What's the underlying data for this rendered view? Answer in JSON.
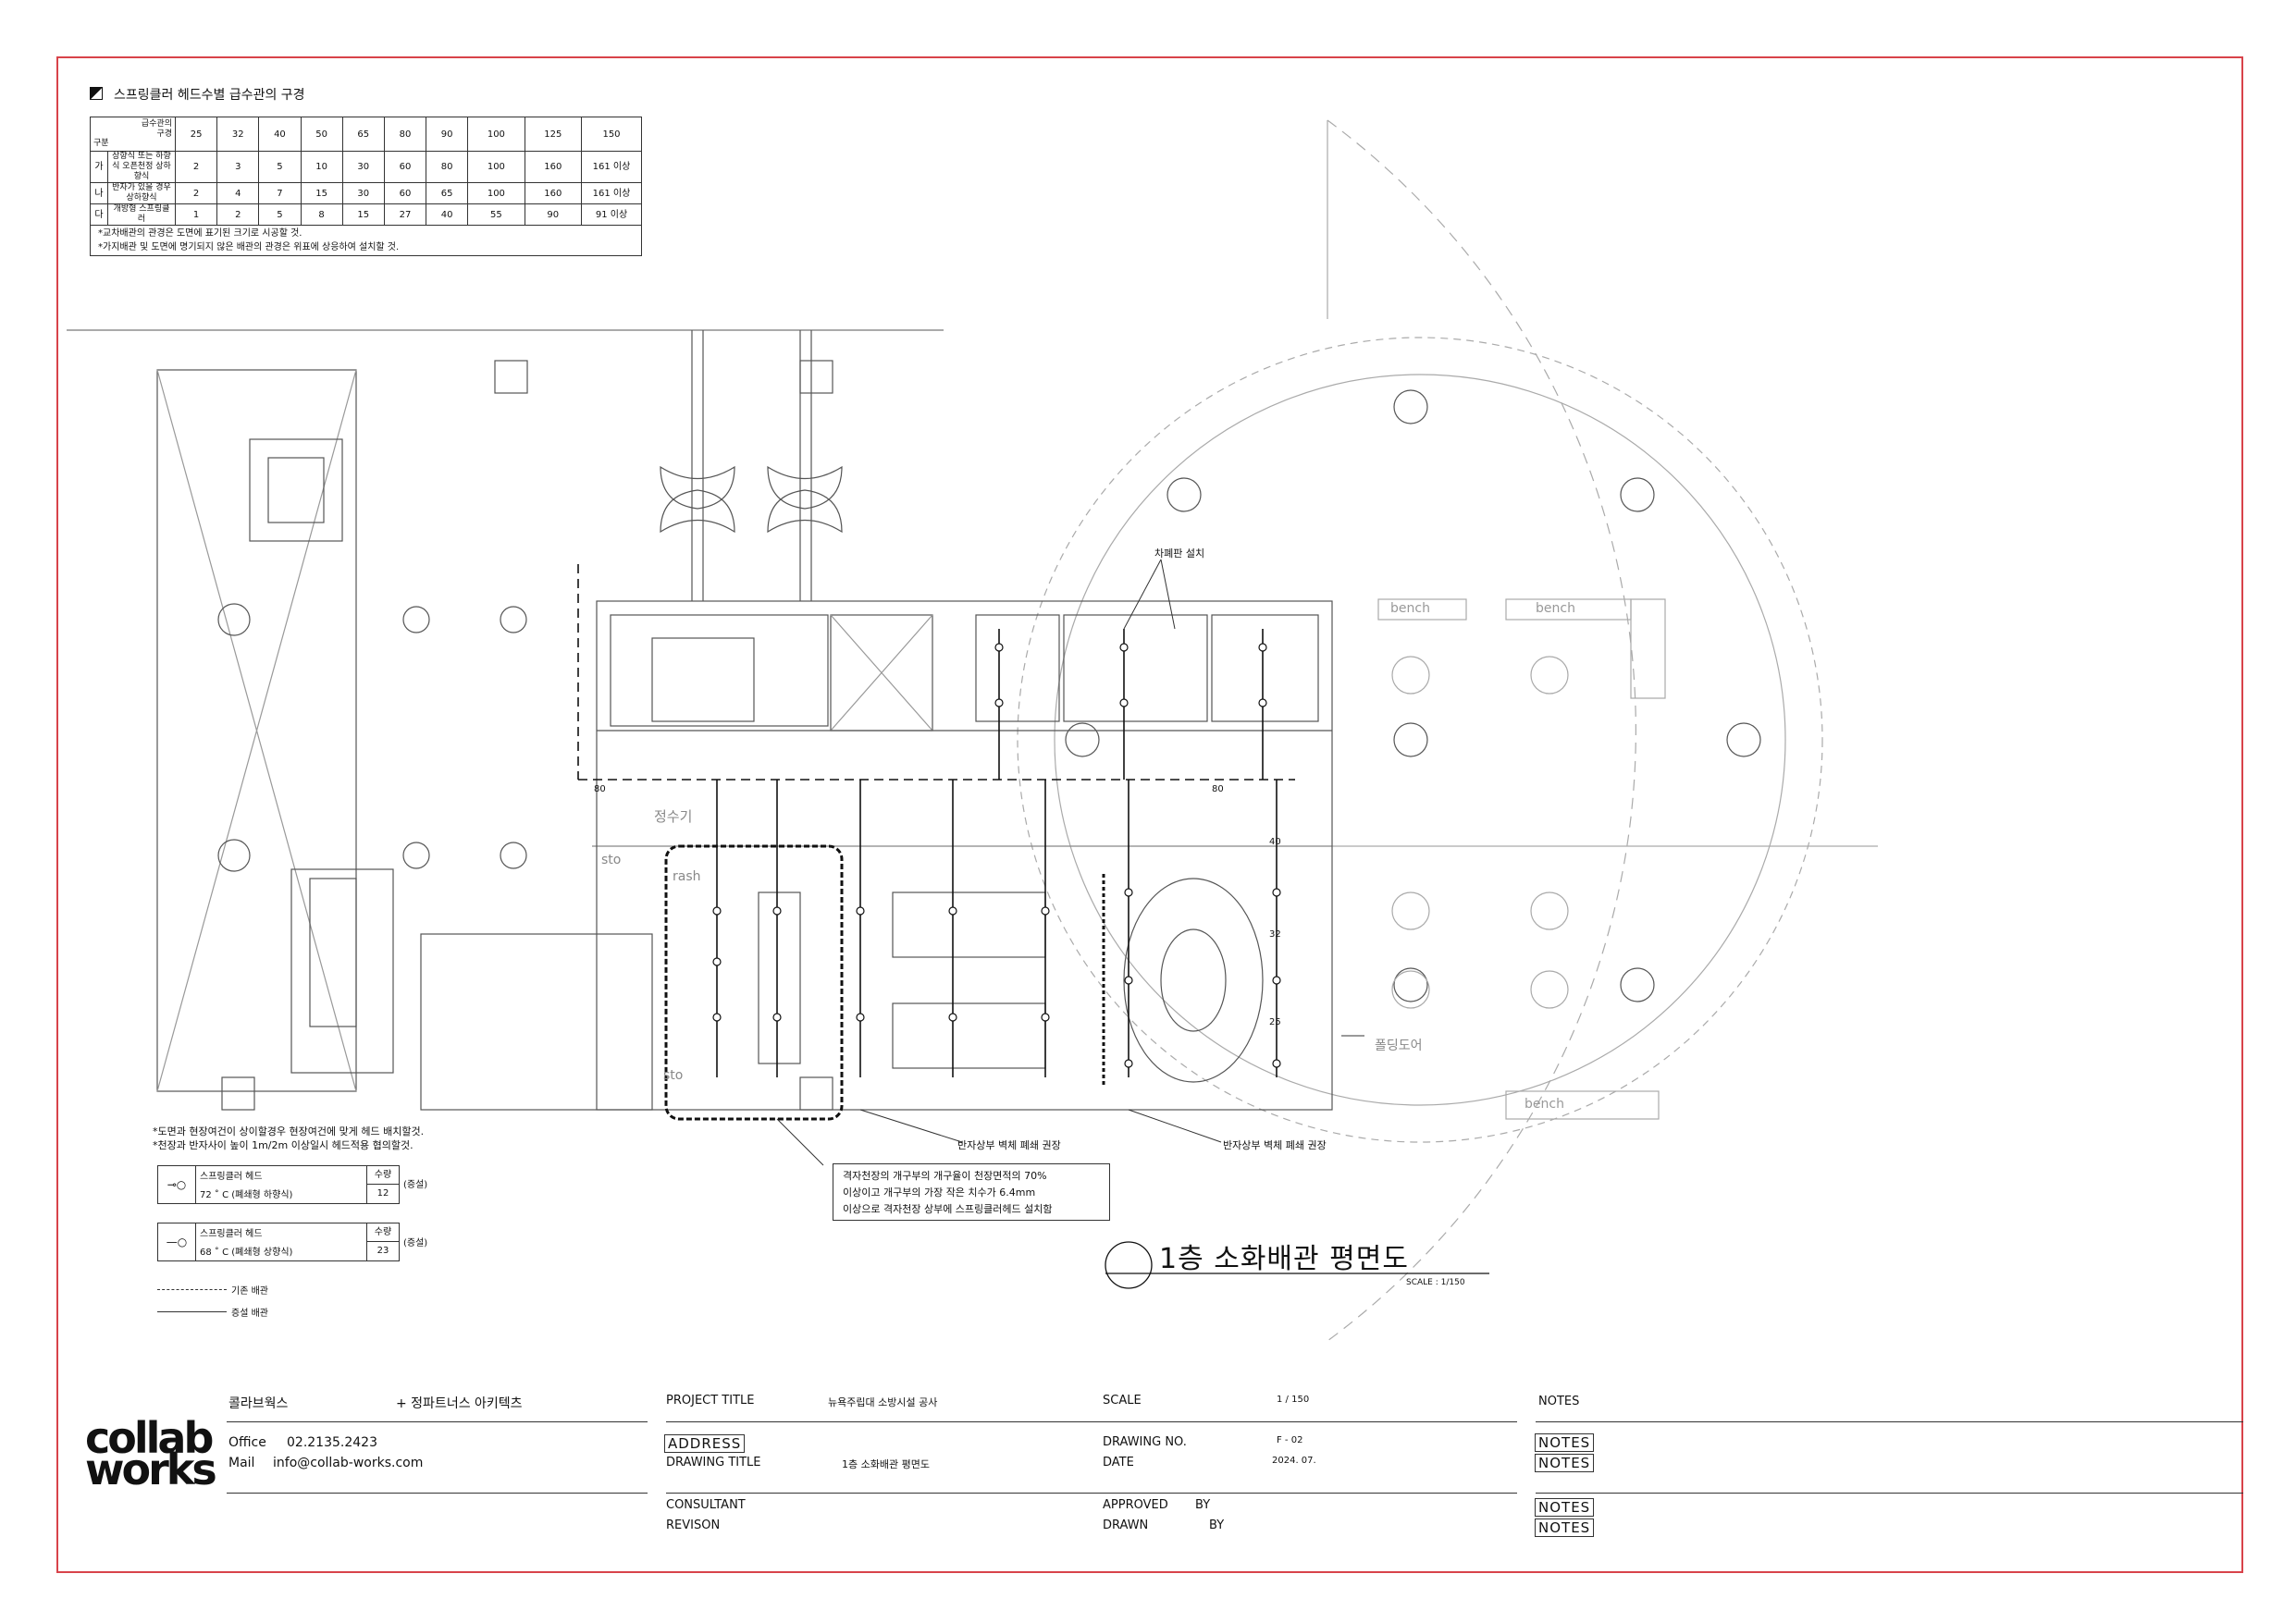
{
  "table": {
    "title": "스프링클러 헤드수별 급수관의 구경",
    "header_top": "급수관의 구경",
    "header_left": "구분",
    "sizes": [
      "25",
      "32",
      "40",
      "50",
      "65",
      "80",
      "90",
      "100",
      "125",
      "150"
    ],
    "rows": [
      {
        "code": "가",
        "label": "상향식 또는 하향식 오픈천정 상하향식",
        "values": [
          "2",
          "3",
          "5",
          "10",
          "30",
          "60",
          "80",
          "100",
          "160",
          "161 이상"
        ]
      },
      {
        "code": "나",
        "label": "반자가 있을 경우 상하향식",
        "values": [
          "2",
          "4",
          "7",
          "15",
          "30",
          "60",
          "65",
          "100",
          "160",
          "161 이상"
        ]
      },
      {
        "code": "다",
        "label": "개방형 스프링클러",
        "values": [
          "1",
          "2",
          "5",
          "8",
          "15",
          "27",
          "40",
          "55",
          "90",
          "91 이상"
        ]
      }
    ],
    "notes": [
      "*교차배관의 관경은 도면에 표기된 크기로 시공할 것.",
      "*가지배관 및 도면에 명기되지 않은 배관의 관경은 위표에 상응하여 설치할 것."
    ]
  },
  "plan_labels": {
    "shutter": "차폐판 설치",
    "bench1": "bench",
    "bench2": "bench",
    "bench3": "bench",
    "water_purifier": "정수기",
    "folding_door": "폴딩도어",
    "pipe80a": "80",
    "pipe80b": "80",
    "pipe40": "40",
    "pipe32": "32",
    "pipe25": "25",
    "sto1": "sto",
    "sto2": "sto",
    "trash": "rash",
    "wall_note1": "반자상부 벽체 폐쇄 권장",
    "wall_note2": "반자상부 벽체 폐쇄 권장",
    "grid_note": [
      "격자천장의 개구부의 개구율이 천장면적의 70%",
      "이상이고 개구부의 가장 작은 치수가 6.4mm",
      "이상으로 격자천장 상부에 스프링클러헤드 설치함"
    ]
  },
  "drawing_title": "1층 소화배관 평면도",
  "scale_label": "SCALE : 1/150",
  "site_notes": [
    "*도면과 현장여건이 상이할경우 현장여건에 맞게 헤드 배치할것.",
    "*천장과 반자사이 높이 1m/2m 이상일시 헤드적용 협의할것."
  ],
  "legend": {
    "head1": {
      "name": "스프링클러 헤드",
      "qty_label": "수량",
      "spec": "72 ˚ C (폐쇄형 하향식)",
      "qty": "12",
      "tag": "(증설)"
    },
    "head2": {
      "name": "스프링클러 헤드",
      "qty_label": "수량",
      "spec": "68 ˚ C (폐쇄형 상향식)",
      "qty": "23",
      "tag": "(증설)"
    },
    "existing": "기존 배관",
    "new": "증설 배관"
  },
  "title_block": {
    "logo_line1": "collab",
    "logo_line2": "works",
    "company": "콜라브웍스",
    "partner": "+ 정파트너스 아키텍츠",
    "office_label": "Office",
    "office": "02.2135.2423",
    "mail_label": "Mail",
    "mail": "info@collab-works.com",
    "project_title_label": "PROJECT TITLE",
    "project_title": "뉴욕주립대 소방시설 공사",
    "address_label": "ADDRESS",
    "drawing_title_label": "DRAWING TITLE",
    "drawing_title": "1층 소화배관 평면도",
    "consultant_label": "CONSULTANT",
    "revision_label": "REVISON",
    "scale_label": "SCALE",
    "scale": "1 / 150",
    "drawing_no_label": "DRAWING NO.",
    "drawing_no": "F - 02",
    "date_label": "DATE",
    "date": "2024. 07.",
    "approved_label": "APPROVED",
    "approved_by": "BY",
    "drawn_label": "DRAWN",
    "drawn_by": "BY",
    "notes_header": "NOTES",
    "notes_boxes": [
      "NOTES",
      "NOTES",
      "NOTES",
      "NOTES"
    ]
  },
  "colors": {
    "frame": "#d8434a",
    "line": "#333333",
    "light": "#9a9a9a"
  }
}
